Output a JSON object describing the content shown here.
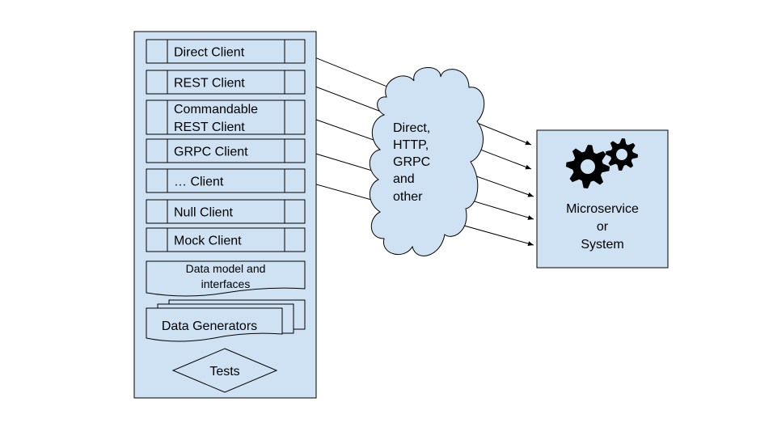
{
  "clients": [
    {
      "lines": [
        "Direct Client"
      ]
    },
    {
      "lines": [
        "REST Client"
      ]
    },
    {
      "lines": [
        "Commandable",
        "REST Client"
      ]
    },
    {
      "lines": [
        "GRPC Client"
      ]
    },
    {
      "lines": [
        "… Client"
      ]
    },
    {
      "lines": [
        "Null Client"
      ]
    },
    {
      "lines": [
        "Mock Client"
      ]
    }
  ],
  "data_model": {
    "lines": [
      "Data model and",
      "interfaces"
    ]
  },
  "data_generators": {
    "label": "Data Generators"
  },
  "tests": {
    "label": "Tests"
  },
  "cloud": {
    "lines": [
      "Direct,",
      "HTTP,",
      "GRPC",
      "and",
      "other"
    ]
  },
  "microservice": {
    "lines": [
      "Microservice",
      "or",
      "System"
    ],
    "icon": "gears-icon"
  },
  "colors": {
    "fill": "#cfe2f3",
    "stroke": "#000000"
  }
}
